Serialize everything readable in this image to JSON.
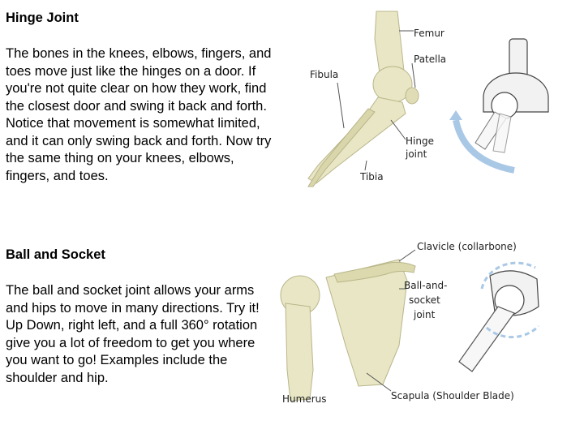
{
  "hinge": {
    "title": "Hinge Joint",
    "body": "The bones in the knees, elbows, fingers, and toes move just like the hinges on a door. If you're not quite clear on how they work, find the closest door and swing it back and forth. Notice that movement is somewhat limited, and it can only swing back and forth. Now try the same thing on your knees, elbows, fingers, and toes.",
    "labels": {
      "femur": "Femur",
      "patella": "Patella",
      "fibula": "Fibula",
      "hinge_line1": "Hinge",
      "hinge_line2": "joint",
      "tibia": "Tibia"
    }
  },
  "ball": {
    "title": "Ball and Socket",
    "body": "The ball and socket joint allows your arms and hips to move in many directions. Try it! Up Down, right left, and a full 360° rotation give you a lot of freedom to get you where you want to go! Examples include the shoulder and hip.",
    "labels": {
      "clavicle": "Clavicle (collarbone)",
      "ball_line1": "Ball-and-",
      "ball_line2": "socket",
      "ball_line3": "joint",
      "humerus": "Humerus",
      "scapula": "Scapula (Shoulder Blade)"
    }
  },
  "colors": {
    "bone": "#e8e6c4",
    "bone_shadow": "#c9c69a",
    "arrow": "#a9c8e6",
    "model": "#f2f2f2"
  }
}
